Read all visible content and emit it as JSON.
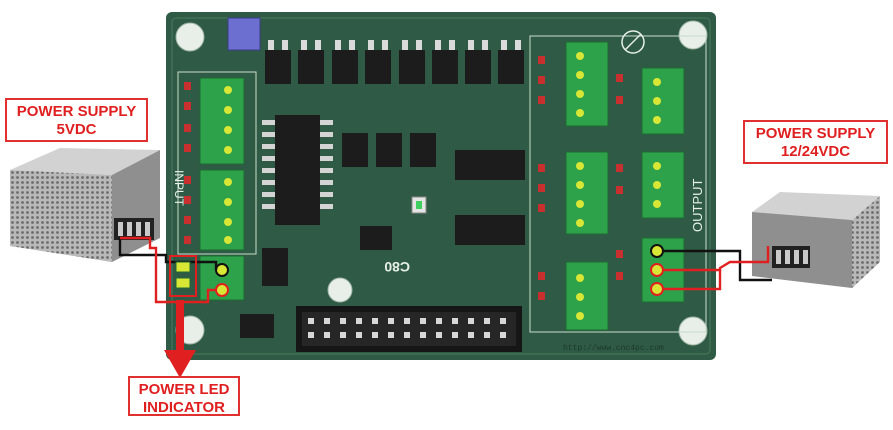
{
  "labels": {
    "psu_left_line1": "POWER SUPPLY",
    "psu_left_line2": "5VDC",
    "psu_right_line1": "POWER SUPPLY",
    "psu_right_line2": "12/24VDC",
    "led_line1": "POWER LED",
    "led_line2": "INDICATOR",
    "silk_input": "INPUT",
    "silk_output": "OUTPUT",
    "silk_url": "http://www.cnc4pc.com",
    "silk_model": "C80"
  },
  "colors": {
    "board": "#2f5a45",
    "callout_text": "#e02020",
    "wire_red": "#e02020",
    "wire_black": "#111111",
    "terminal_green": "#2ea24a",
    "chip": "#1c1c1c"
  }
}
